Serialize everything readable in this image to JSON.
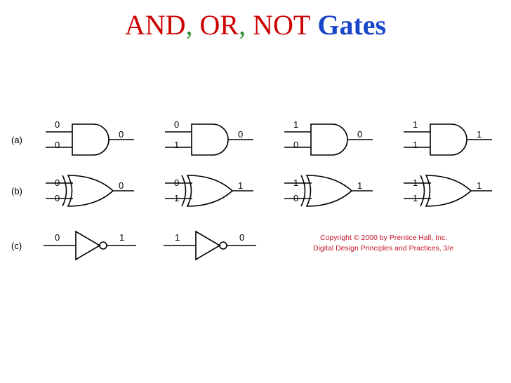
{
  "title": {
    "and": "AND",
    "comma1": ",",
    "or": " OR",
    "comma2": ",",
    "not": " NOT",
    "gates": " Gates",
    "colors": {
      "gate_names": "#cc0000",
      "commas": "#2e8b2e",
      "gates_word": "#1a46c8"
    }
  },
  "rows": [
    {
      "label": "(a)",
      "type": "AND",
      "gates": [
        {
          "inputs": [
            "0",
            "0"
          ],
          "output": "0"
        },
        {
          "inputs": [
            "0",
            "1"
          ],
          "output": "0"
        },
        {
          "inputs": [
            "1",
            "0"
          ],
          "output": "0"
        },
        {
          "inputs": [
            "1",
            "1"
          ],
          "output": "1"
        }
      ]
    },
    {
      "label": "(b)",
      "type": "OR",
      "gates": [
        {
          "inputs": [
            "0",
            "0"
          ],
          "output": "0"
        },
        {
          "inputs": [
            "0",
            "1"
          ],
          "output": "1"
        },
        {
          "inputs": [
            "1",
            "0"
          ],
          "output": "1"
        },
        {
          "inputs": [
            "1",
            "1"
          ],
          "output": "1"
        }
      ]
    },
    {
      "label": "(c)",
      "type": "NOT",
      "gates": [
        {
          "inputs": [
            "0"
          ],
          "output": "1"
        },
        {
          "inputs": [
            "1"
          ],
          "output": "0"
        }
      ]
    }
  ],
  "copyright": {
    "line1": "Copyright © 2000 by Prentice Hall, Inc.",
    "line2": "Digital Design Principles and Practices, 3/e",
    "color": "#c4162a"
  }
}
